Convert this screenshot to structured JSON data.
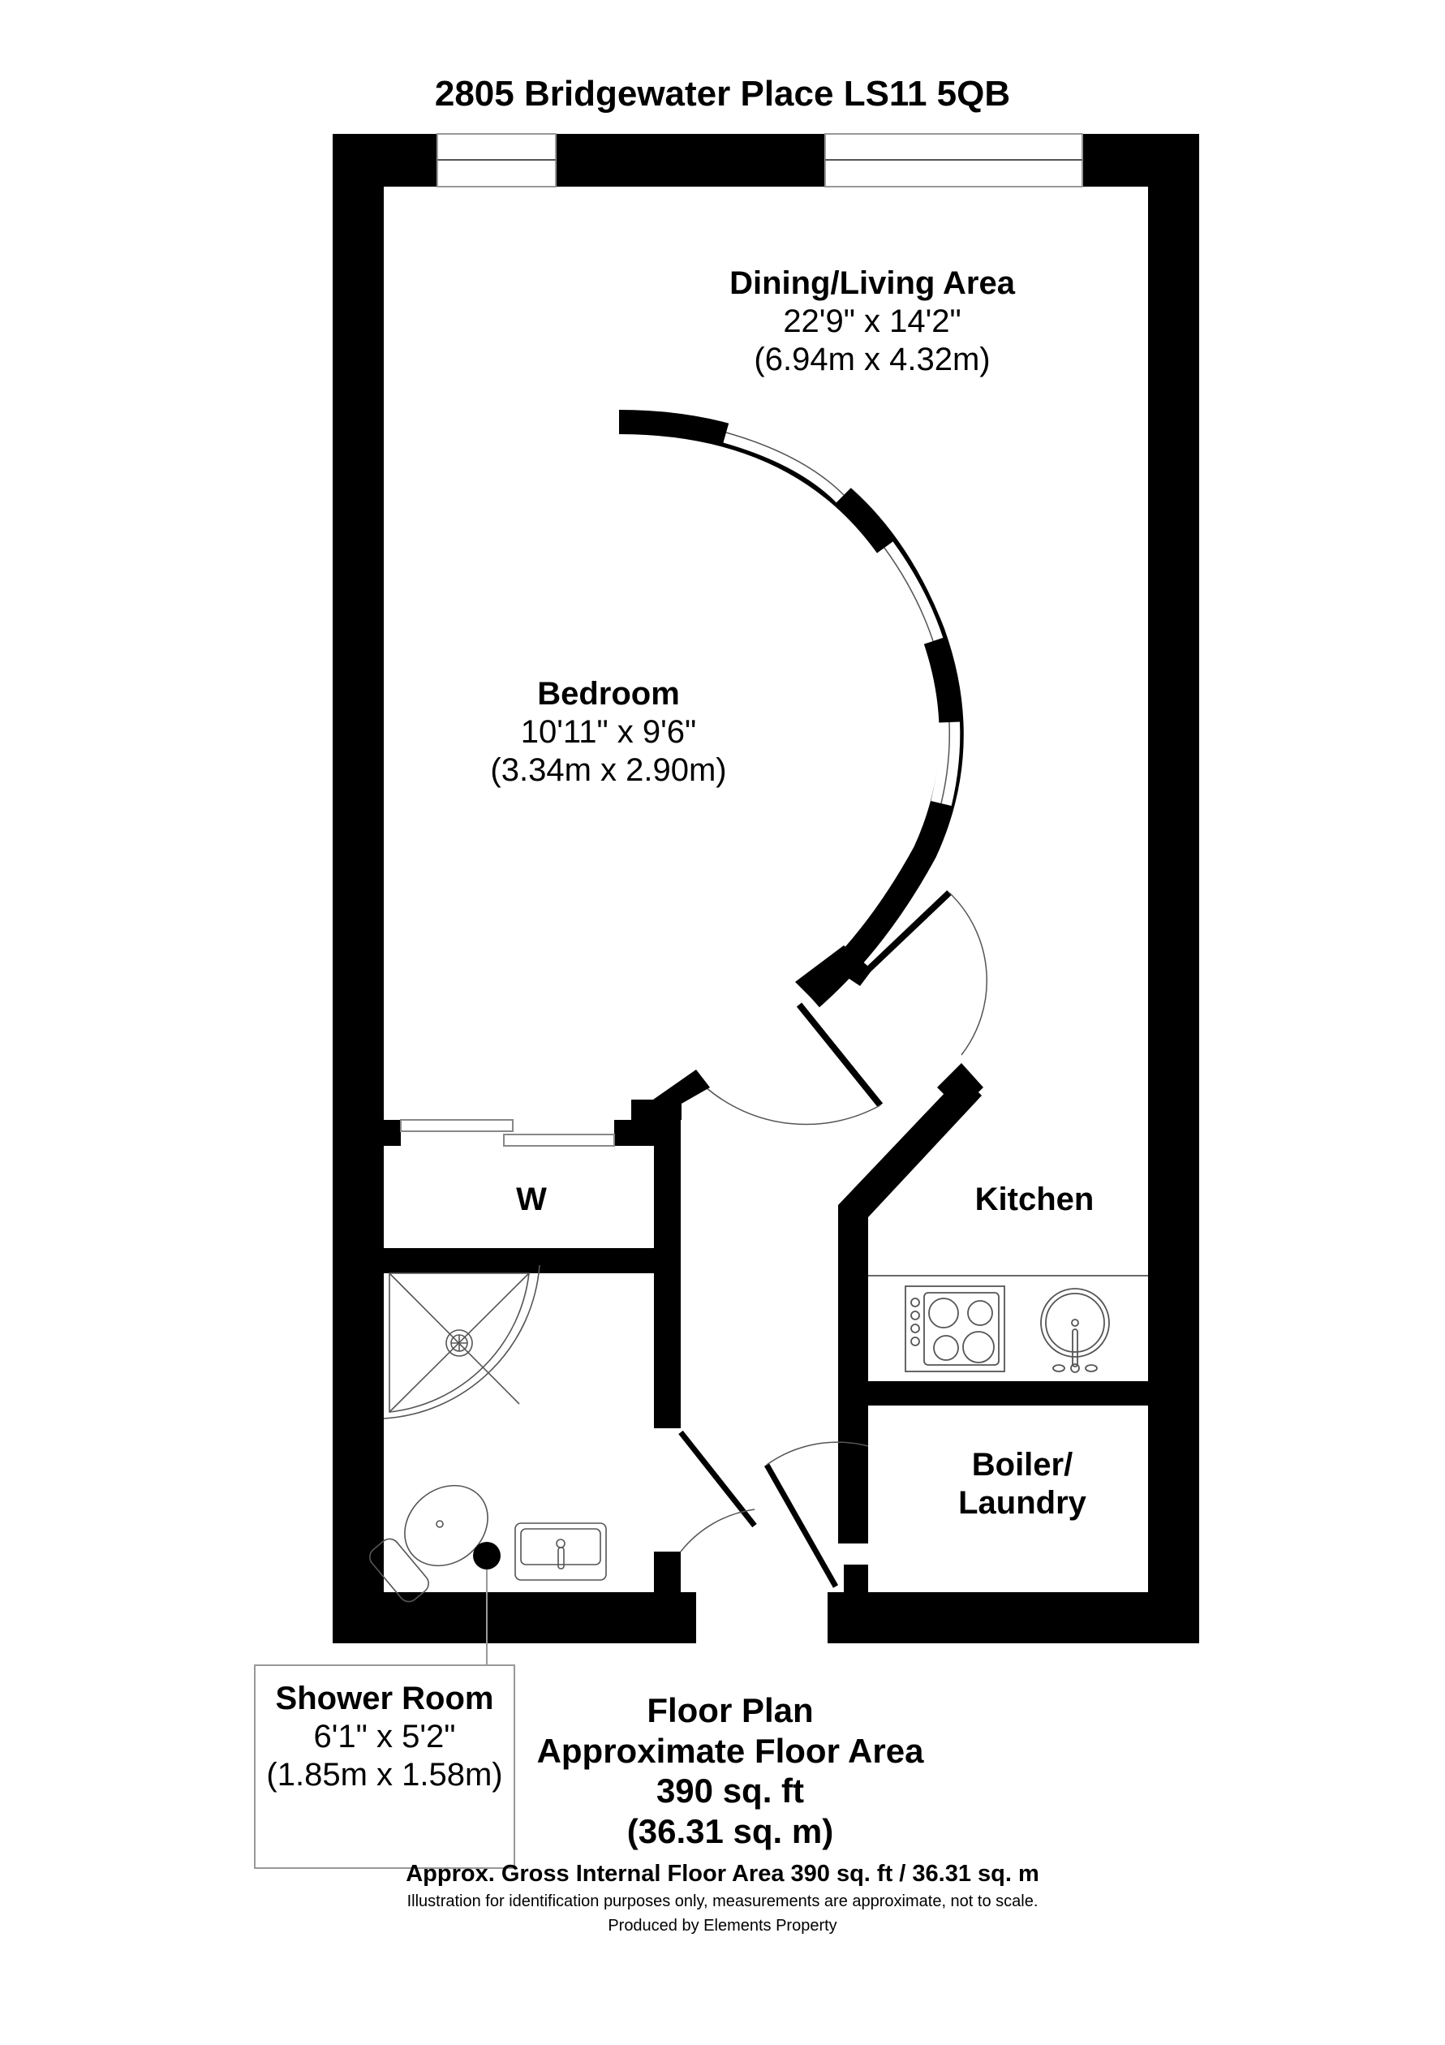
{
  "title": "2805 Bridgewater Place LS11 5QB",
  "rooms": {
    "dining_living": {
      "name": "Dining/Living Area",
      "imperial": "22'9\" x 14'2\"",
      "metric": "(6.94m x 4.32m)"
    },
    "bedroom": {
      "name": "Bedroom",
      "imperial": "10'11\" x 9'6\"",
      "metric": "(3.34m x 2.90m)"
    },
    "wardrobe": {
      "name": "W"
    },
    "kitchen": {
      "name": "Kitchen"
    },
    "boiler": {
      "name_line1": "Boiler/",
      "name_line2": "Laundry"
    },
    "shower_room": {
      "name": "Shower Room",
      "imperial": "6'1\" x 5'2\"",
      "metric": "(1.85m x 1.58m)"
    }
  },
  "summary": {
    "line1": "Floor Plan",
    "line2": "Approximate Floor Area",
    "line3": "390 sq. ft",
    "line4": "(36.31 sq. m)"
  },
  "footer": {
    "gross_area": "Approx. Gross Internal Floor Area 390 sq. ft / 36.31 sq. m",
    "disclaimer": "Illustration for identification purposes only, measurements are approximate, not to scale.",
    "producer": "Produced by Elements Property"
  },
  "colors": {
    "wall": "#000000",
    "background": "#ffffff",
    "fixture_line": "#555555",
    "window_line": "#999999"
  }
}
